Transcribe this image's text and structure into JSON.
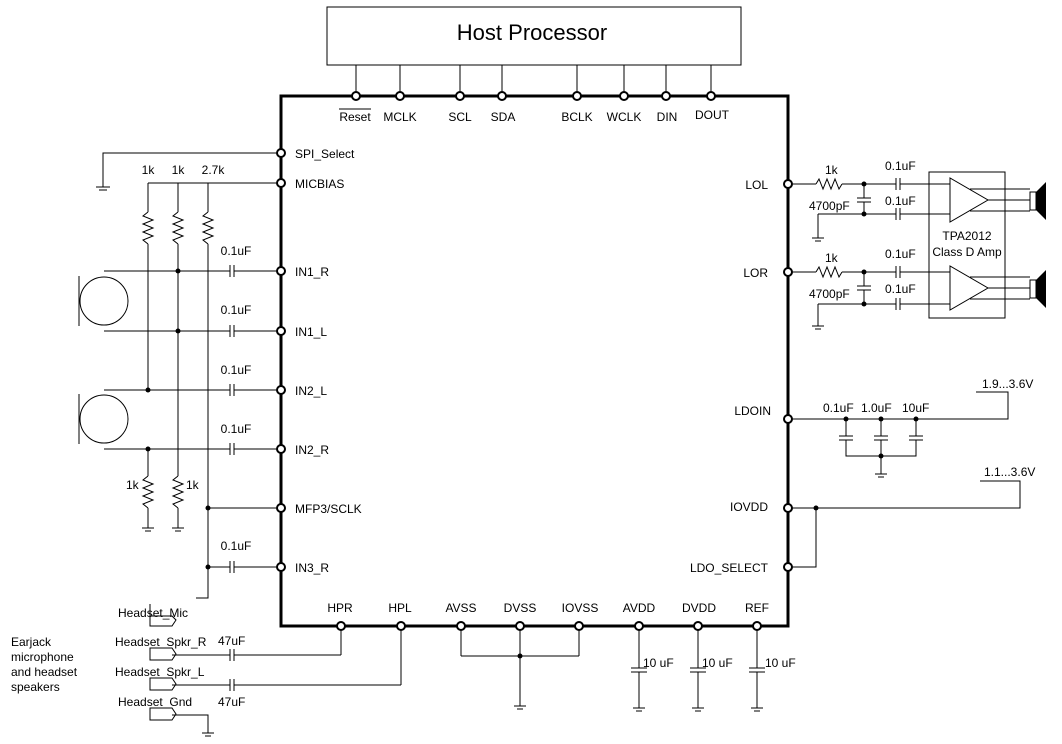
{
  "host": {
    "title": "Host Processor"
  },
  "top_pins": [
    "Reset",
    "MCLK",
    "SCL",
    "SDA",
    "BCLK",
    "WCLK",
    "DIN",
    "DOUT"
  ],
  "left_pins": [
    "SPI_Select",
    "MICBIAS",
    "IN1_R",
    "IN1_L",
    "IN2_L",
    "IN2_R",
    "MFP3/SCLK",
    "IN3_R"
  ],
  "right_pins": [
    "LOL",
    "LOR",
    "LDOIN",
    "IOVDD",
    "LDO_SELECT"
  ],
  "bottom_pins": [
    "HPR",
    "HPL",
    "AVSS",
    "DVSS",
    "IOVSS",
    "AVDD",
    "DVDD",
    "REF"
  ],
  "components": {
    "micbias_resistors": [
      "1k",
      "1k",
      "2.7k"
    ],
    "input_caps": [
      "0.1uF",
      "0.1uF",
      "0.1uF",
      "0.1uF",
      "0.1uF"
    ],
    "bottom_resistors": [
      "1k",
      "1k"
    ],
    "out_resistor": "1k",
    "out_caps": [
      "0.1uF",
      "0.1uF",
      "0.1uF",
      "0.1uF"
    ],
    "filter_caps": [
      "4700pF",
      "4700pF"
    ],
    "amp_label": [
      "TPA2012",
      "Class D Amp"
    ],
    "ldoin_caps": [
      "0.1uF",
      "1.0uF",
      "10uF"
    ],
    "supply_caps": [
      "10 uF",
      "10 uF",
      "10 uF"
    ],
    "hp_caps": [
      "47uF",
      "47uF"
    ]
  },
  "supplies": {
    "ldoin": "1.9...3.6V",
    "iovdd": "1.1...3.6V"
  },
  "headset": {
    "connectors": [
      "Headset_Mic",
      "Headset_Spkr_R",
      "Headset_Spkr_L",
      "Headset_Gnd"
    ],
    "note": [
      "Earjack",
      "microphone",
      "and headset",
      "speakers"
    ]
  }
}
